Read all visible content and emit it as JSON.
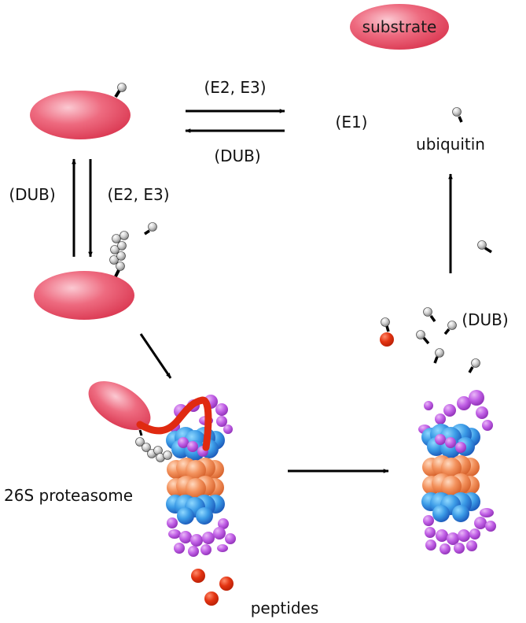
{
  "labels": {
    "substrate": "substrate",
    "e2e3_top": "(E2, E3)",
    "dub_top": "(DUB)",
    "e1": "(E1)",
    "ubiquitin": "ubiquitin",
    "dub_left": "(DUB)",
    "e2e3_left": "(E2, E3)",
    "dub_right": "(DUB)",
    "proteasome": "26S proteasome",
    "peptides": "peptides"
  },
  "colors": {
    "substrate": "#e8475e",
    "polypeptide": "#e02a10",
    "ubiquitin": "#a8a8a8",
    "lid": "#b04ad6",
    "beta_ring": "#ef8a55",
    "alpha_ring": "#2f8fe0",
    "arrow": "#000000"
  }
}
